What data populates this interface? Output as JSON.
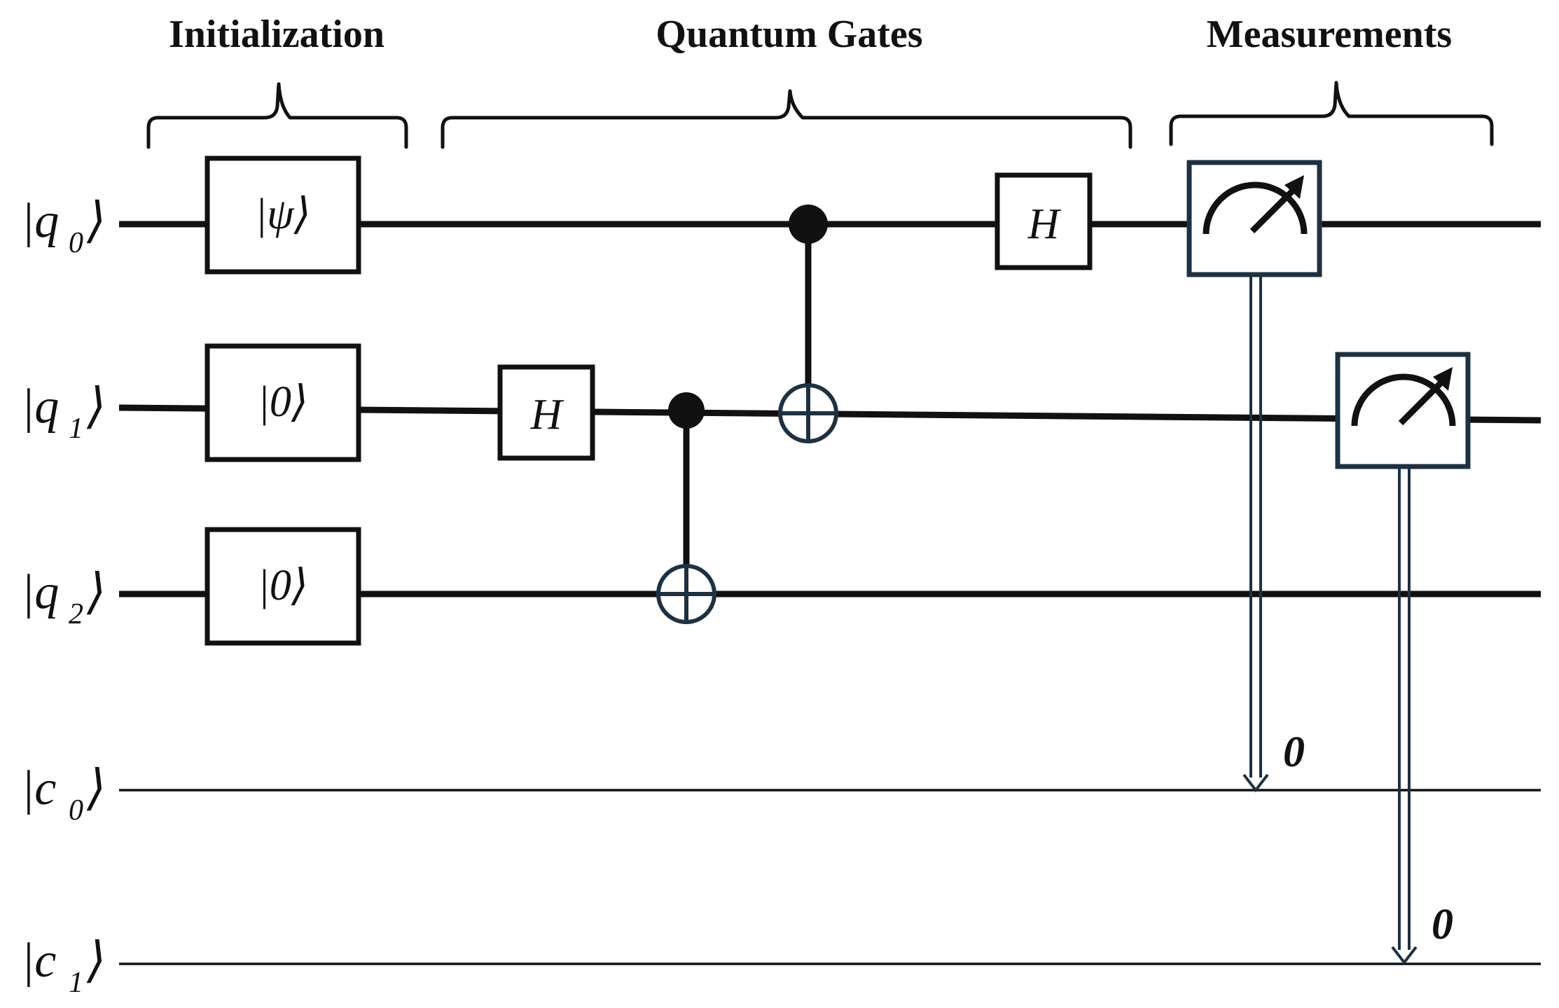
{
  "sections": {
    "init": "Initialization",
    "gates": "Quantum Gates",
    "measure": "Measurements"
  },
  "registers": [
    {
      "base": "|q",
      "sub": "0",
      "close": "⟩"
    },
    {
      "base": "|q",
      "sub": "1",
      "close": "⟩"
    },
    {
      "base": "|q",
      "sub": "2",
      "close": "⟩"
    },
    {
      "base": "|c",
      "sub": "0",
      "close": "⟩"
    },
    {
      "base": "|c",
      "sub": "1",
      "close": "⟩"
    }
  ],
  "gates": {
    "init_q0": "|ψ⟩",
    "init_q1": "|0⟩",
    "init_q2": "|0⟩",
    "h_q1": "H",
    "h_q0": "H"
  },
  "measurements": {
    "c0_value": "0",
    "c1_value": "0"
  }
}
